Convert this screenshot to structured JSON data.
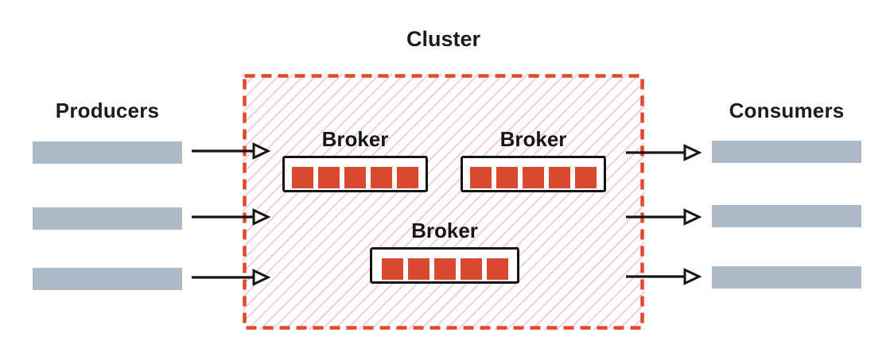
{
  "cluster": {
    "label": "Cluster",
    "brokers": [
      {
        "label": "Broker",
        "partitions": 5
      },
      {
        "label": "Broker",
        "partitions": 5
      },
      {
        "label": "Broker",
        "partitions": 5
      }
    ]
  },
  "producers": {
    "label": "Producers",
    "count": 3
  },
  "consumers": {
    "label": "Consumers",
    "count": 3
  },
  "flows": {
    "producer_arrows": 3,
    "consumer_arrows": 3
  },
  "colors": {
    "boundary_red": "#e2482a",
    "partition_red": "#d8492f",
    "hatch_pink": "#f6c1cb",
    "bar_gray": "#acb9c6",
    "ink_black": "#1c1c1c"
  }
}
